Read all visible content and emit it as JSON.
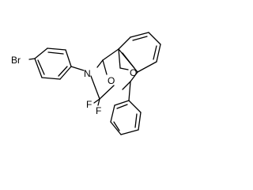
{
  "molecule": {
    "atoms": {
      "bromine": "Br",
      "nitrogen": "N",
      "oxygen_bridge": "O",
      "oxygen_ring": "O",
      "fluorine_left": "F",
      "fluorine_right": "F"
    },
    "colors": {
      "bond": "#000000",
      "label": "#000000",
      "background": "#ffffff"
    }
  }
}
